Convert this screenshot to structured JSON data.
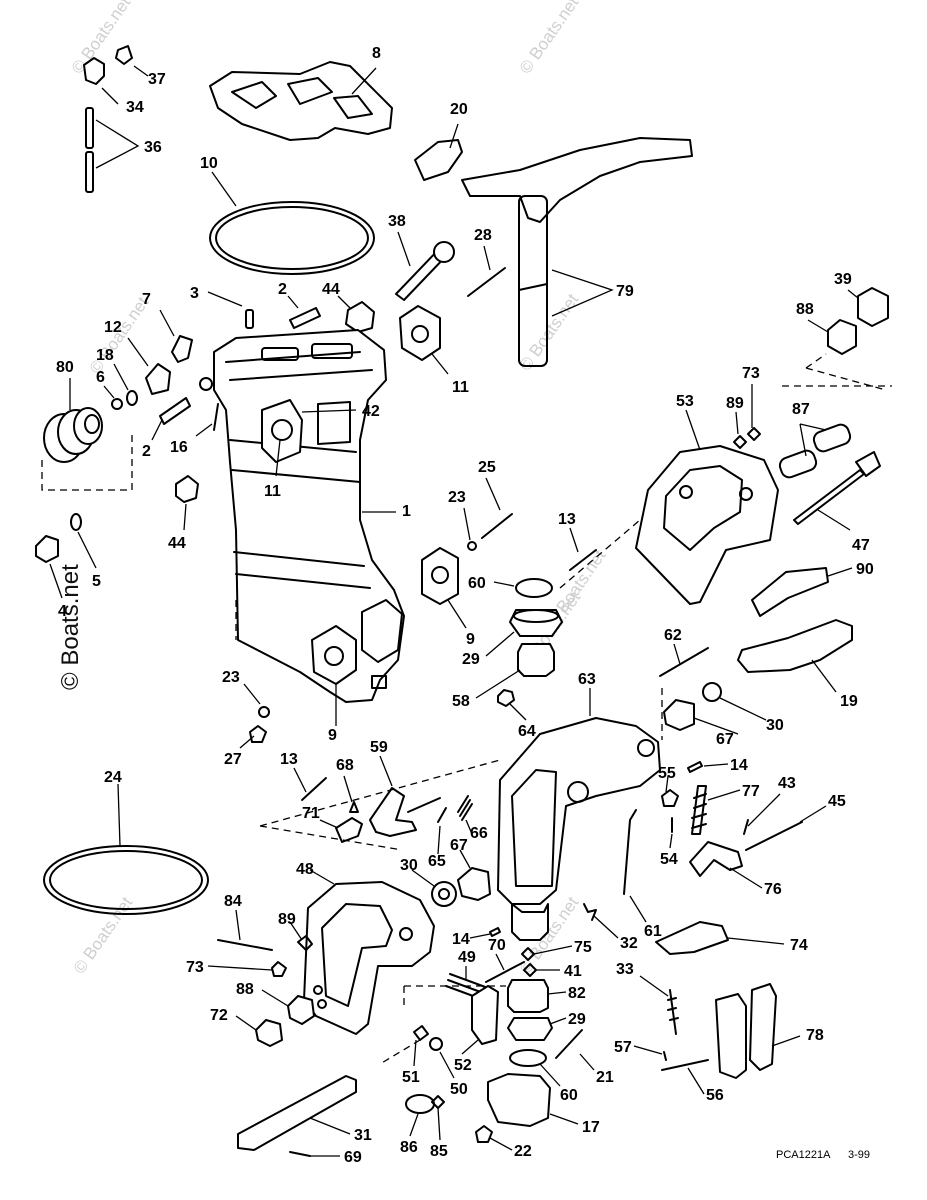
{
  "document": {
    "reference_code": "PCA1221A",
    "date_code": "3-99",
    "watermark": "© Boats.net"
  },
  "callouts": [
    "1",
    "2",
    "3",
    "4",
    "5",
    "6",
    "7",
    "8",
    "9",
    "10",
    "11",
    "12",
    "13",
    "14",
    "16",
    "17",
    "18",
    "19",
    "20",
    "21",
    "22",
    "23",
    "24",
    "25",
    "27",
    "28",
    "29",
    "30",
    "31",
    "32",
    "33",
    "34",
    "36",
    "37",
    "38",
    "39",
    "41",
    "42",
    "43",
    "44",
    "45",
    "47",
    "48",
    "49",
    "50",
    "51",
    "52",
    "53",
    "54",
    "55",
    "56",
    "57",
    "58",
    "59",
    "60",
    "61",
    "62",
    "63",
    "64",
    "65",
    "66",
    "67",
    "68",
    "69",
    "70",
    "71",
    "72",
    "73",
    "74",
    "75",
    "76",
    "77",
    "78",
    "79",
    "80",
    "82",
    "84",
    "85",
    "86",
    "87",
    "88",
    "89",
    "90"
  ]
}
